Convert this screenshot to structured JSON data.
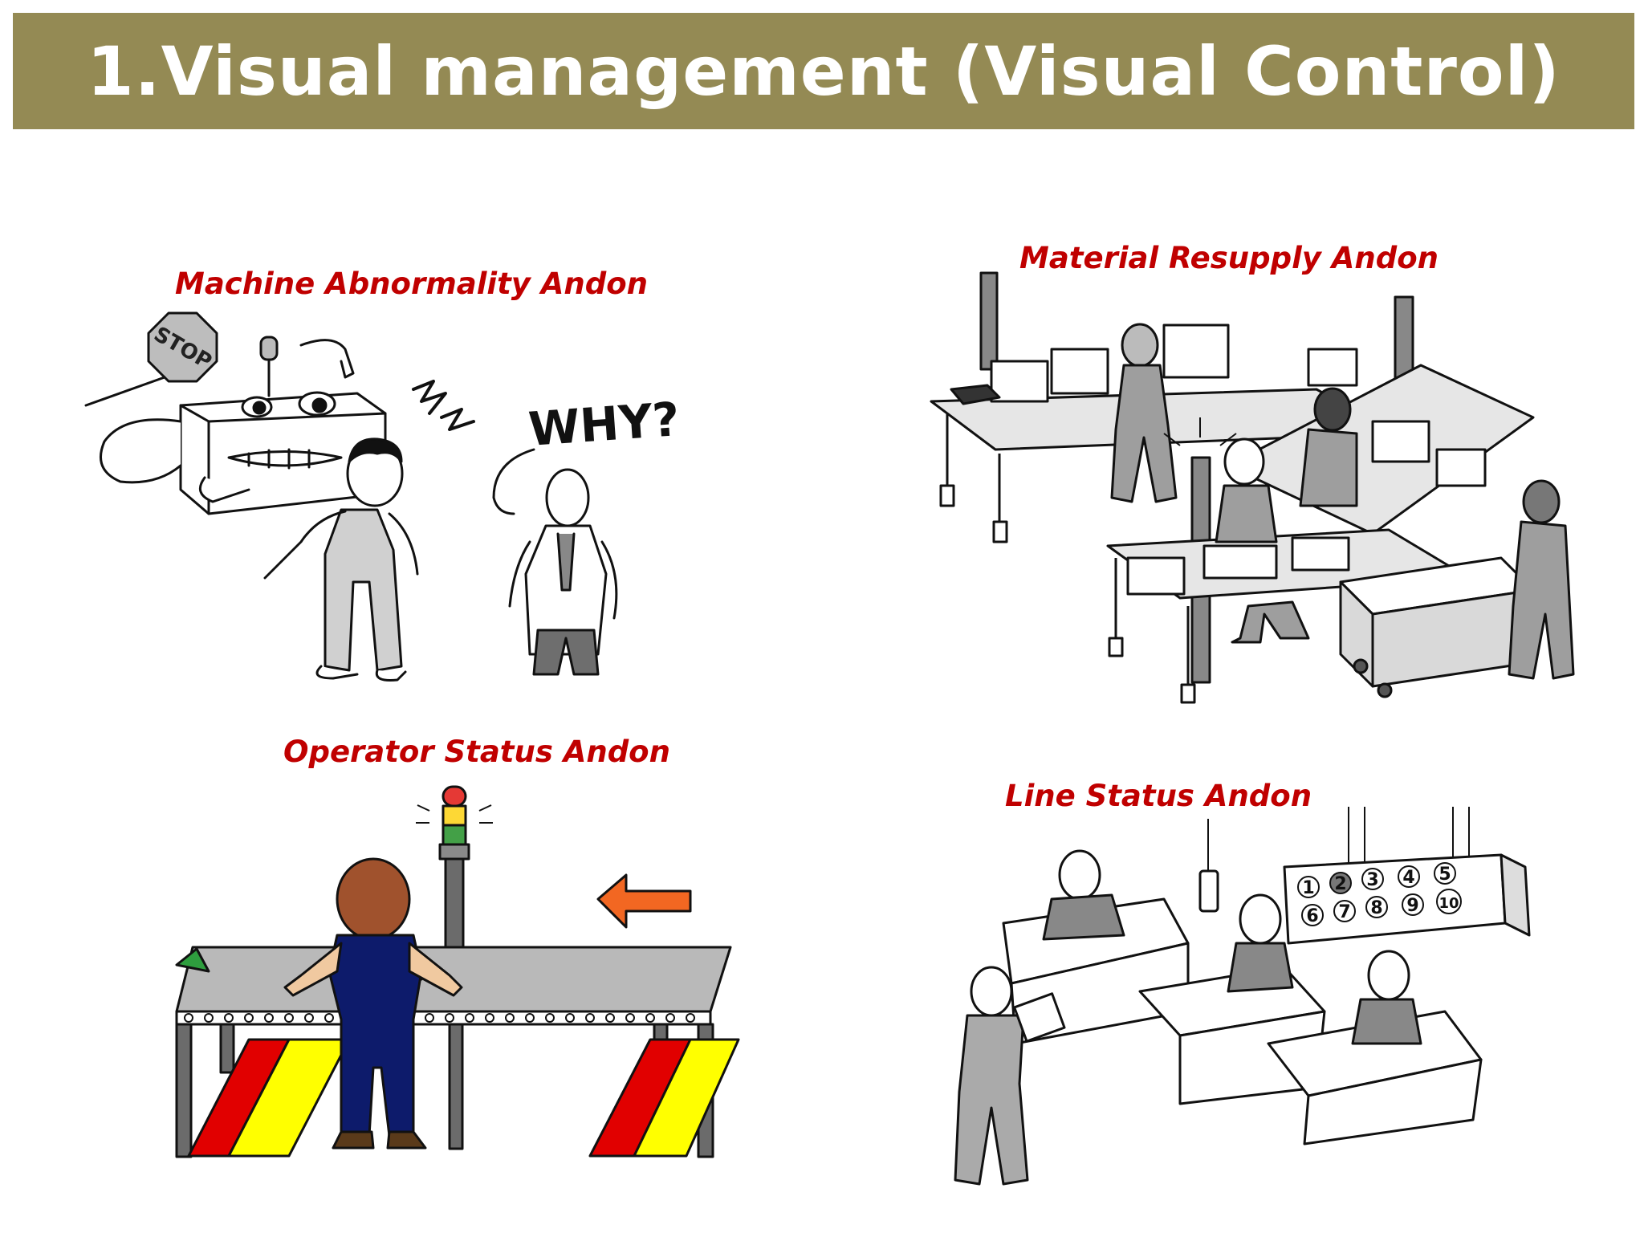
{
  "slide": {
    "title": "1.Visual management (Visual Control)",
    "colors": {
      "title_bar": "#948a54",
      "title_text": "#ffffff",
      "caption": "#c00000"
    }
  },
  "panels": [
    {
      "caption": "Machine Abnormality Andon",
      "stop_sign": "STOP",
      "speech_text": "WHY?"
    },
    {
      "caption": "Material Resupply Andon"
    },
    {
      "caption": "Operator Status Andon"
    },
    {
      "caption": "Line Status Andon",
      "board_numbers": [
        "1",
        "2",
        "3",
        "4",
        "5",
        "6",
        "7",
        "8",
        "9",
        "10"
      ]
    }
  ]
}
